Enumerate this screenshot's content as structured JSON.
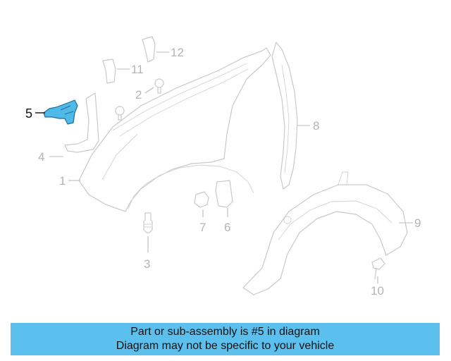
{
  "diagram": {
    "highlight_color": "#4fb9e8",
    "callouts": {
      "c1": "1",
      "c2": "2",
      "c3": "3",
      "c4": "4",
      "c5": "5",
      "c6": "6",
      "c7": "7",
      "c8": "8",
      "c9": "9",
      "c10": "10",
      "c11": "11",
      "c12": "12"
    }
  },
  "banner": {
    "line1": "Part or sub-assembly is #5 in diagram",
    "line2": "Diagram may not be specific to your vehicle",
    "color": "#5bc0ee"
  }
}
